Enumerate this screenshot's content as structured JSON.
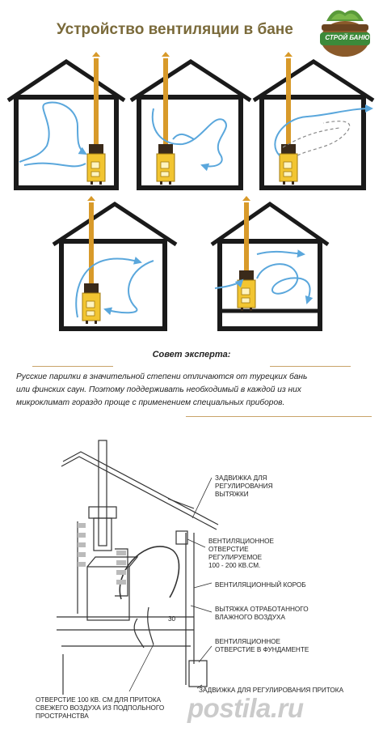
{
  "title": "Устройство вентиляции в бане",
  "logo_text": "СТРОЙ БАНЮ",
  "tip": {
    "heading": "Совет эксперта:",
    "lines": [
      "Русские парилки в значительной степени отличаются от турецких бань",
      "или финских саун. Поэтому поддерживать необходимый в каждой из них",
      "микроклимат гораздо проще с применением специальных приборов."
    ]
  },
  "labels": {
    "exhaust_damper": [
      "ЗАДВИЖКА ДЛЯ",
      "РЕГУЛИРОВАНИЯ",
      "ВЫТЯЖКИ"
    ],
    "vent_opening": [
      "ВЕНТИЛЯЦИОННОЕ",
      "ОТВЕРСТИЕ",
      "РЕГУЛИРУЕМОЕ",
      "100 - 200 КВ.СМ."
    ],
    "vent_duct": [
      "ВЕНТИЛЯЦИОННЫЙ КОРОБ"
    ],
    "exhaust_air": [
      "ВЫТЯЖКА ОТРАБОТАННОГО",
      "ВЛАЖНОГО ВОЗДУХА"
    ],
    "foundation_vent": [
      "ВЕНТИЛЯЦИОННОЕ",
      "ОТВЕРСТИЕ В ФУНДАМЕНТЕ"
    ],
    "inflow_damper": [
      "ЗАДВИЖКА ДЛЯ РЕГУЛИРОВАНИЯ ПРИТОКА"
    ],
    "fresh_air_opening": [
      "ОТВЕРСТИЕ 100 КВ. СМ ДЛЯ ПРИТОКА",
      "СВЕЖЕГО ВОЗДУХА ИЗ ПОДПОЛЬНОГО",
      "ПРОСТРАНСТВА"
    ],
    "num_30": "30"
  },
  "watermark": "postila.ru",
  "colors": {
    "title": "#7a6a3a",
    "wall": "#1a1a1a",
    "pipe": "#d89a2a",
    "stove": "#f2c531",
    "airflow": "#5aa7dc",
    "rule": "#c9a46a"
  }
}
